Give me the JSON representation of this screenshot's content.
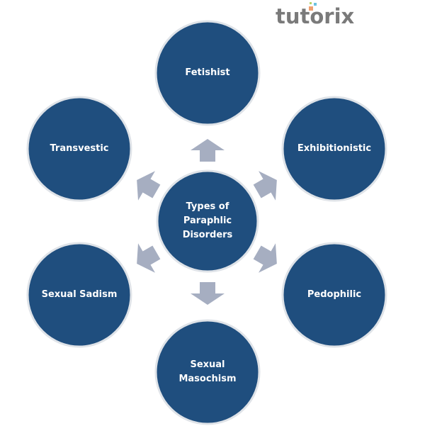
{
  "logo": "tutorix",
  "center": "Types of\nParaphlic\nDisorders",
  "types": [
    "Fetishist",
    "Exhibitionistic",
    "Pedophilic",
    "Sexual\nMasochism",
    "Sexual Sadism",
    "Transvestic"
  ],
  "colors": {
    "circle": "#1f4e7e",
    "ring": "#dfe3e8",
    "arrow": "#a6aec1"
  }
}
